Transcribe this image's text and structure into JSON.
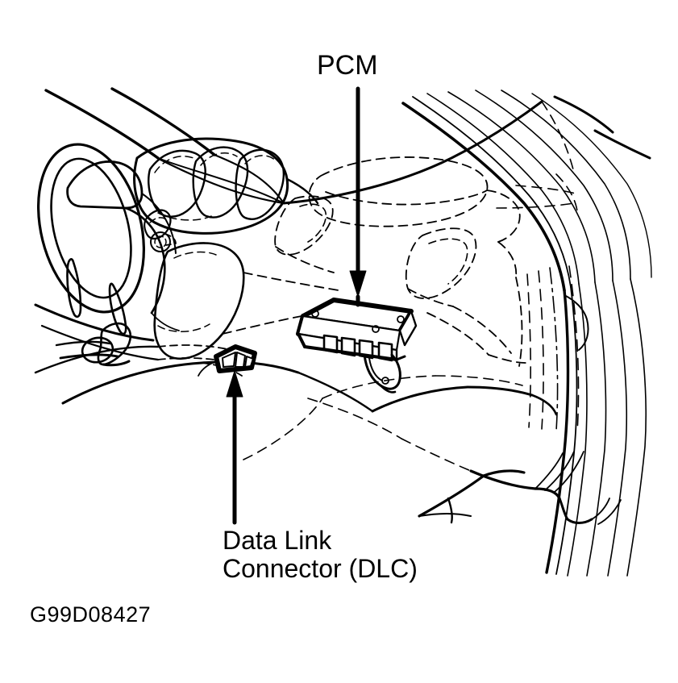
{
  "figure": {
    "title": "Vehicle interior - PCM and Data Link Connector location",
    "background_color": "#ffffff",
    "line_color": "#000000",
    "id_code": "G99D08427"
  },
  "callouts": [
    {
      "key": "pcm",
      "label": "PCM",
      "points_to": "powertrain-control-module",
      "arrow": "down"
    },
    {
      "key": "dlc",
      "label_line_1": "Data Link",
      "label_line_2": "Connector (DLC)",
      "label": "Data Link\nConnector (DLC)",
      "points_to": "data-link-connector",
      "arrow": "up"
    }
  ],
  "components": {
    "pcm_module": "Powertrain Control Module",
    "dlc_connector": "Data Link Connector",
    "steering_wheel": "Steering Wheel",
    "instrument_cluster": "Instrument Cluster",
    "center_vents": "Center Dash Vents",
    "side_vent": "Side Dash Vent",
    "a_pillar": "A-Pillar",
    "hood_release": "Hood Release Lever",
    "floor_console": "Floor Console",
    "door_sill": "Door Sill"
  }
}
